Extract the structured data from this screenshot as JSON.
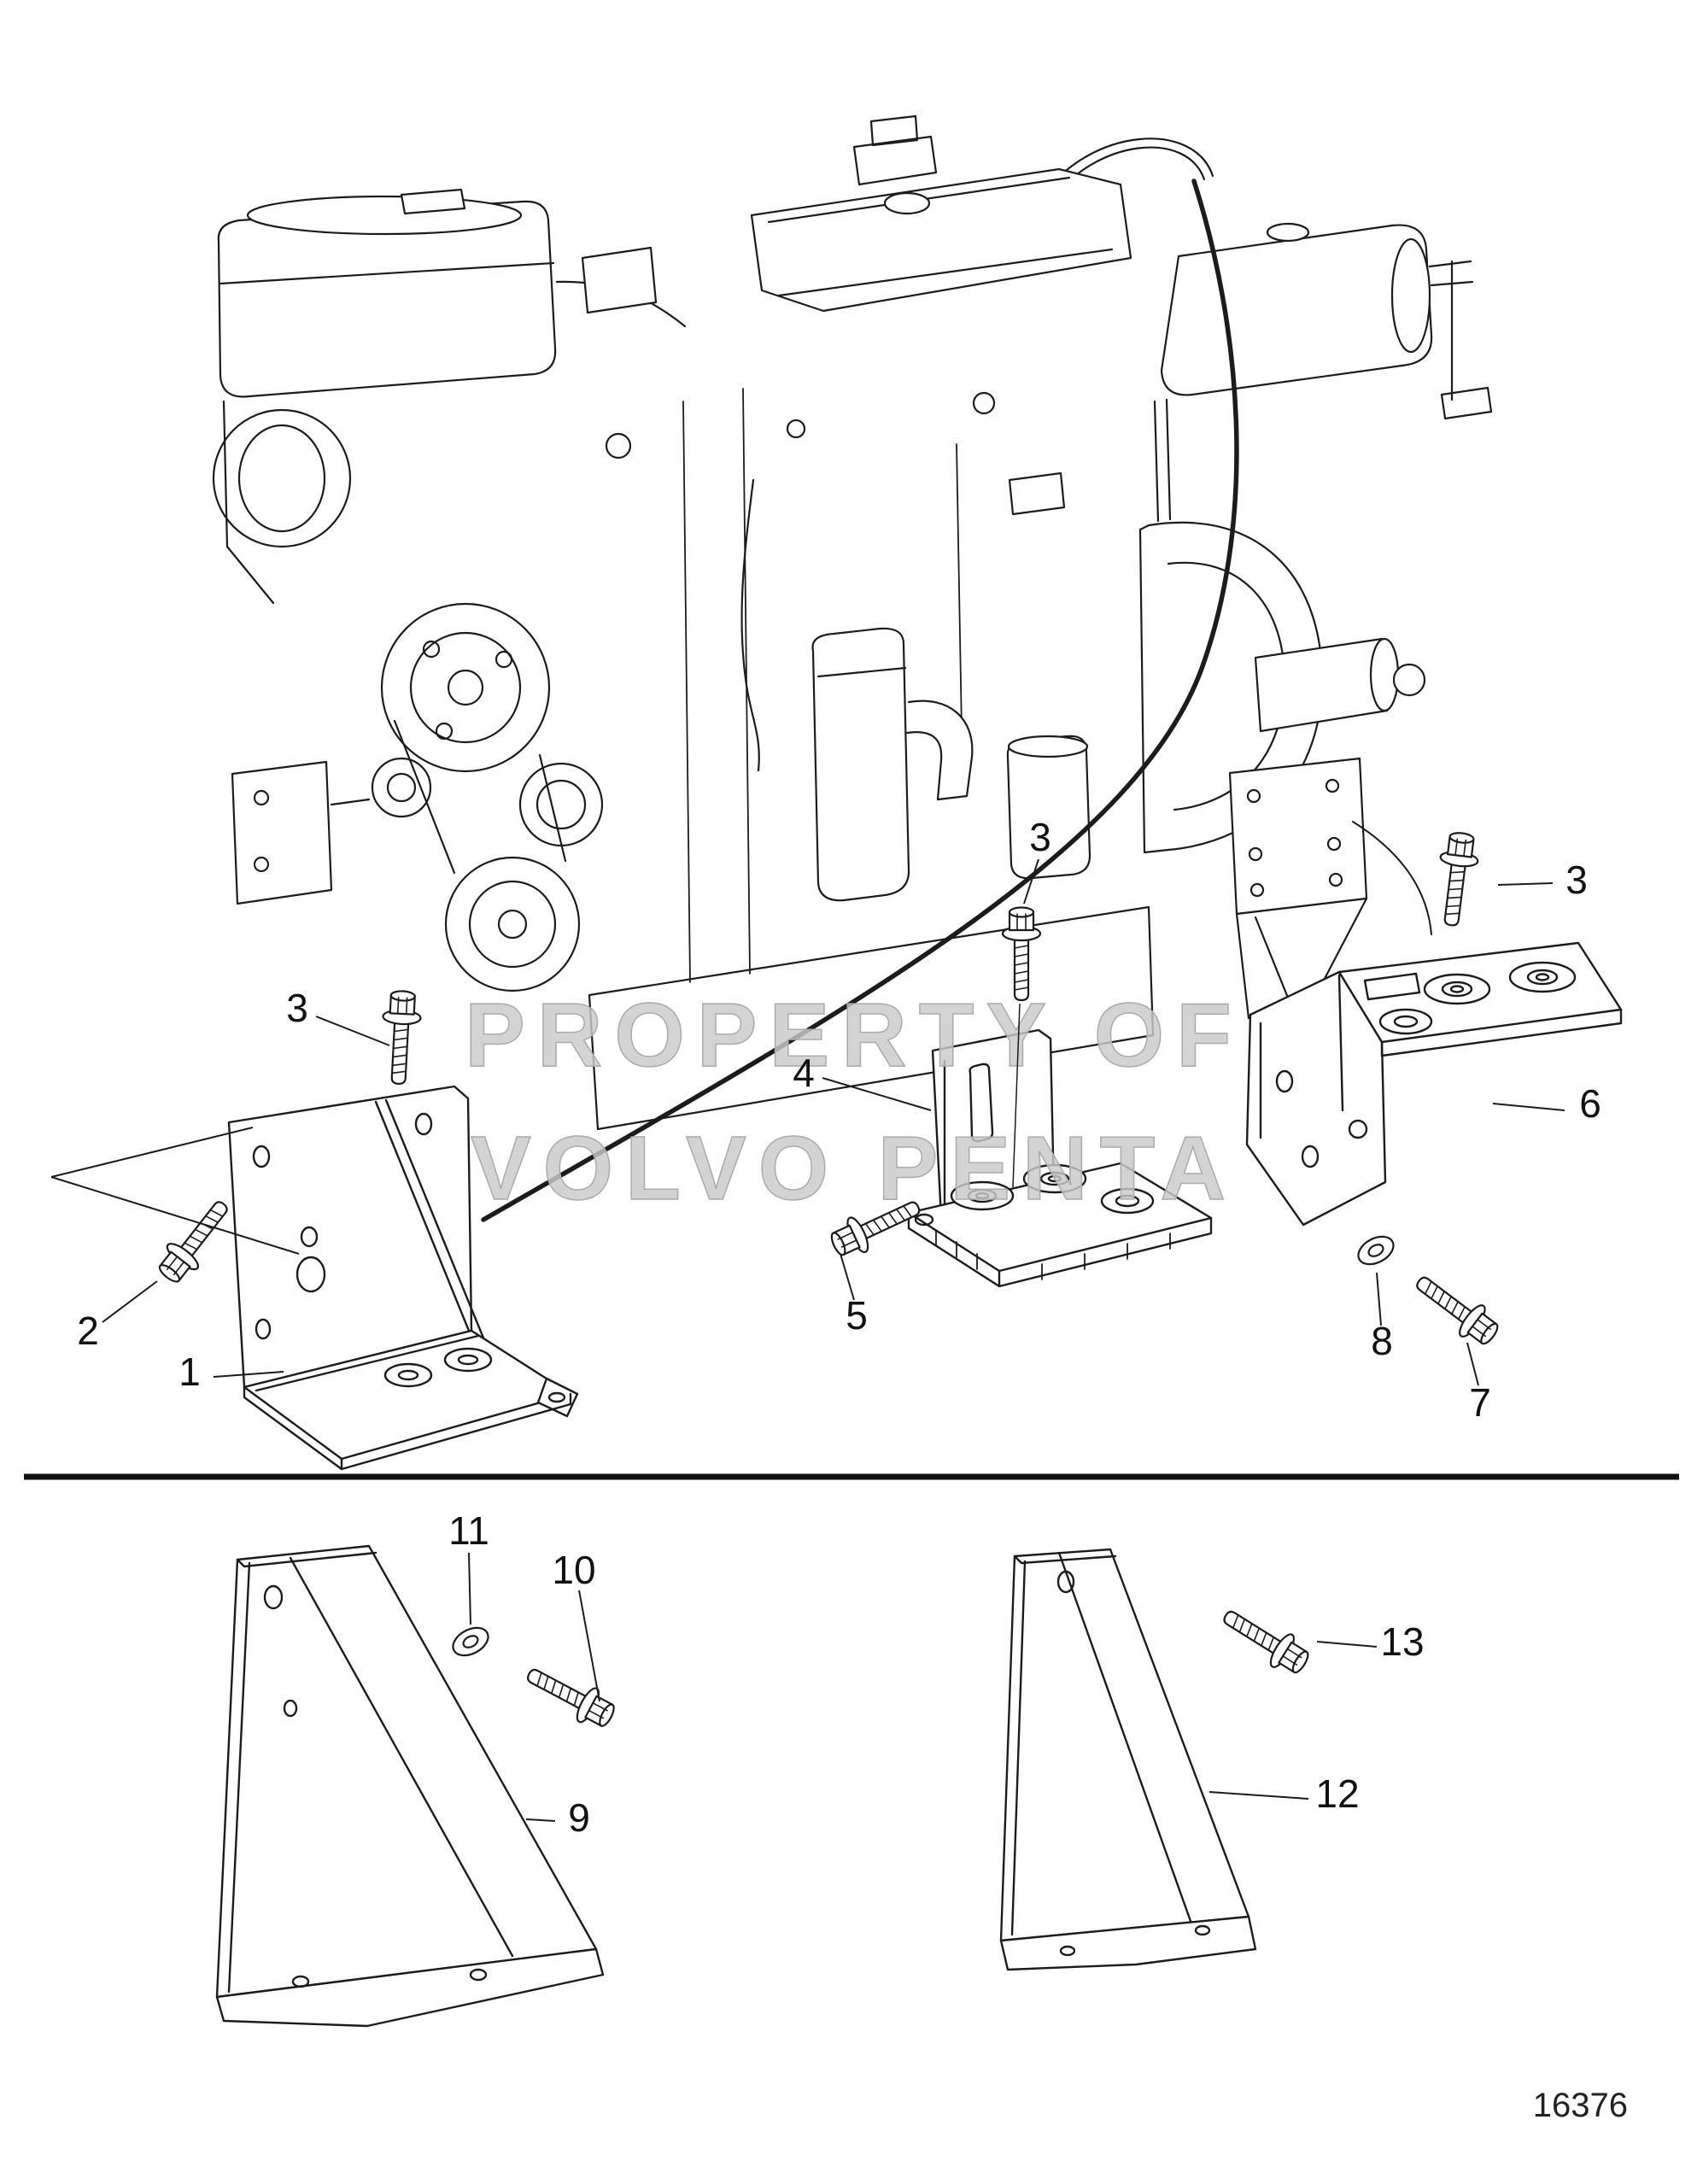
{
  "figure": {
    "id_label": "16376",
    "watermark": {
      "line1": "PROPERTY OF",
      "line2": "VOLVO PENTA"
    }
  },
  "callouts": {
    "1": "1",
    "2": "2",
    "3": "3",
    "4": "4",
    "5": "5",
    "6": "6",
    "7": "7",
    "8": "8",
    "9": "9",
    "10": "10",
    "11": "11",
    "12": "12",
    "13": "13"
  }
}
